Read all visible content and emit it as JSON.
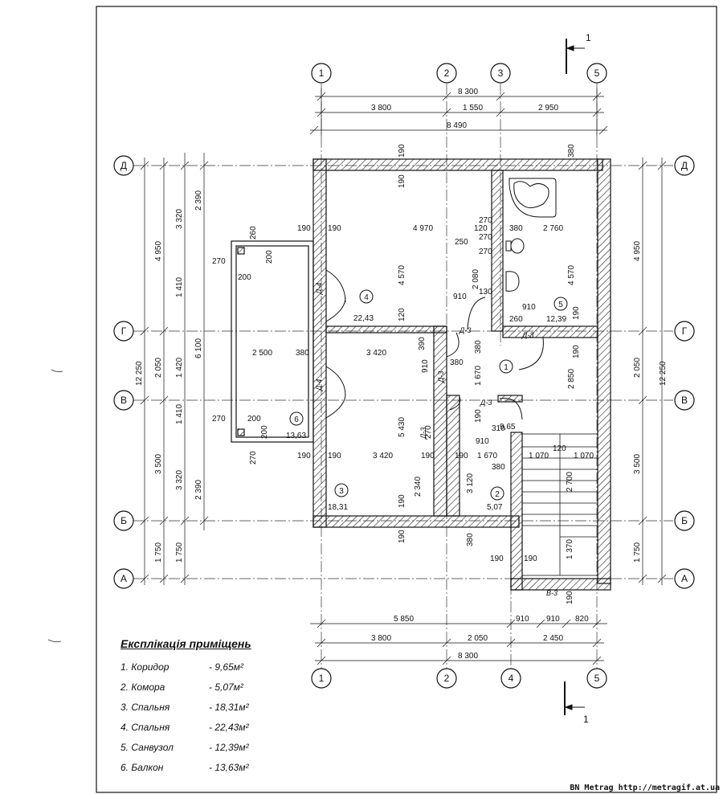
{
  "axes": {
    "columns": [
      "1",
      "2",
      "3",
      "4",
      "5"
    ],
    "rows": [
      "Д",
      "Г",
      "В",
      "Б",
      "А"
    ]
  },
  "section_mark": "1",
  "dimensions": {
    "top_total": "8 300",
    "top_parts": [
      "3 800",
      "1 550",
      "2 950"
    ],
    "top_outer": "8 490",
    "bottom_parts_1": [
      "5 850",
      "910",
      "910",
      "820"
    ],
    "bottom_parts_2": [
      "3 800",
      "2 050",
      "2 450"
    ],
    "bottom_total": "8 300",
    "left_total": "12 250",
    "left_a": [
      "4 950",
      "2 050",
      "3 500",
      "1 750"
    ],
    "left_b": [
      "3 320",
      "1 410",
      "1 420",
      "1 410",
      "3 320",
      "1 750"
    ],
    "left_c": [
      "2 390",
      "6 100",
      "2 390"
    ],
    "right_total": "12 250",
    "right_parts": [
      "4 950",
      "2 050",
      "3 500",
      "1 750"
    ],
    "interior": {
      "d190_1": "190",
      "d190_2": "190",
      "d380_top": "380",
      "d4970": "4 970",
      "d120": "120",
      "d270_1": "270",
      "d380_b": "380",
      "d2760": "2 760",
      "d250": "250",
      "d270_2": "270",
      "d270_3": "270",
      "d4570_a": "4 570",
      "d4570_b": "4 570",
      "d2080": "2 080",
      "d130": "130",
      "d910_a": "910",
      "d910_b": "910",
      "d260_a": "260",
      "d200_a": "200",
      "d270_a": "270",
      "d200_b": "200",
      "d120_b": "120",
      "d190_c": "190",
      "d260_b": "260",
      "d2500": "2 500",
      "d380_c": "380",
      "d3420_a": "3 420",
      "d390": "390",
      "d910_c": "910",
      "d380_d": "380",
      "d1670_a": "1 670",
      "d2850": "2 850",
      "d190_d": "190",
      "d5430": "5 430",
      "d270_b": "270",
      "d200_c": "200",
      "d200_d": "200",
      "d270_c": "270",
      "d190_e": "190",
      "d310": "310",
      "d910_d": "910",
      "d120_c": "120",
      "d190_f": "190",
      "d3420_b": "3 420",
      "d190_g": "190",
      "d190_h": "190",
      "d1670_b": "1 670",
      "d380_e": "380",
      "d1070_a": "1 070",
      "d1070_b": "1 070",
      "d2340": "2 340",
      "d3120": "3 120",
      "d2700": "2 700",
      "d190_i": "190",
      "d190_j": "190",
      "d380_f": "380",
      "d1370": "1 370",
      "d190_k": "190",
      "d190_l": "190",
      "d190_m": "190",
      "d190_n": "190",
      "d190_o": "190"
    }
  },
  "rooms": [
    {
      "num": "1",
      "area": "9,65"
    },
    {
      "num": "2",
      "area": "5,07"
    },
    {
      "num": "3",
      "area": "18,31"
    },
    {
      "num": "4",
      "area": "22,43"
    },
    {
      "num": "5",
      "area": "12,39"
    },
    {
      "num": "6",
      "area": "13,63"
    }
  ],
  "doors": [
    "Д-4",
    "Д-4",
    "Д-3",
    "Д-3",
    "Д-3",
    "Д-3",
    "Д-3",
    "В-3"
  ],
  "legend": {
    "title": "Експлікація приміщень",
    "items": [
      {
        "name": "1. Коридор",
        "value": "- 9,65м²"
      },
      {
        "name": "2. Комора",
        "value": "- 5,07м²"
      },
      {
        "name": "3. Спальня",
        "value": "- 18,31м²"
      },
      {
        "name": "4. Спальня",
        "value": "- 22,43м²"
      },
      {
        "name": "5. Санвузол",
        "value": "- 12,39м²"
      },
      {
        "name": "6. Балкон",
        "value": "- 13,63м²"
      }
    ]
  },
  "watermark": "BN Metrag http://metragif.at.ua"
}
